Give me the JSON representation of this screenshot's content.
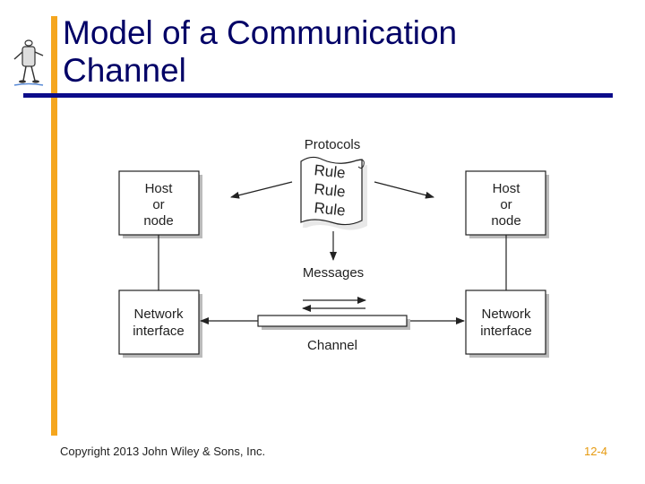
{
  "slide": {
    "title_line1": "Model of a Communication",
    "title_line2": "Channel",
    "copyright": "Copyright 2013 John Wiley & Sons, Inc.",
    "page_number": "12-4"
  },
  "diagram": {
    "left_host": [
      "Host",
      "or",
      "node"
    ],
    "right_host": [
      "Host",
      "or",
      "node"
    ],
    "left_interface": [
      "Network",
      "interface"
    ],
    "right_interface": [
      "Network",
      "interface"
    ],
    "protocols_label": "Protocols",
    "rule_lines": [
      "Rule",
      "Rule",
      "Rule"
    ],
    "messages_label": "Messages",
    "channel_label": "Channel"
  },
  "colors": {
    "accent_bar": "#f5a61e",
    "title_rule": "#0c0c8a",
    "title_text": "#000066",
    "page_number": "#e69a10"
  },
  "icons": {
    "mascot": "stick-figure-mascot-icon"
  }
}
